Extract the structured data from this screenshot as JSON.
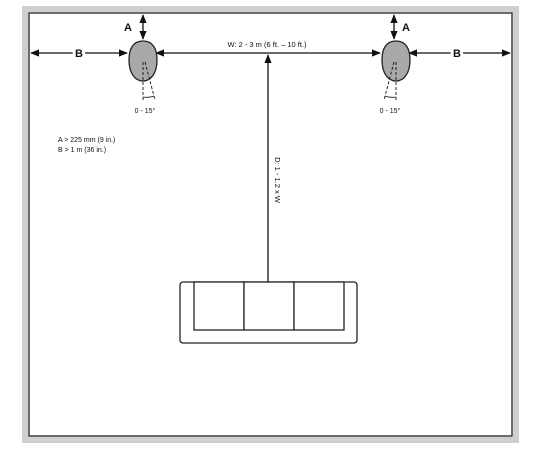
{
  "labels": {
    "a_left": "A",
    "a_right": "A",
    "b_left": "B",
    "b_right": "B",
    "width": "W: 2 - 3 m (6 ft. – 10 ft.)",
    "distance": "D: 1 - 1.2 x W",
    "angle_left": "0 - 15°",
    "angle_right": "0 - 15°"
  },
  "legend": {
    "line_a": "A > 225 mm (9 in.)",
    "line_b": "B > 1 m (36 in.)"
  },
  "colors": {
    "room_border": "#3a3a3a",
    "room_outer": "#cfcfcf",
    "speaker_fill": "#a9a9a9",
    "line": "#111111"
  }
}
